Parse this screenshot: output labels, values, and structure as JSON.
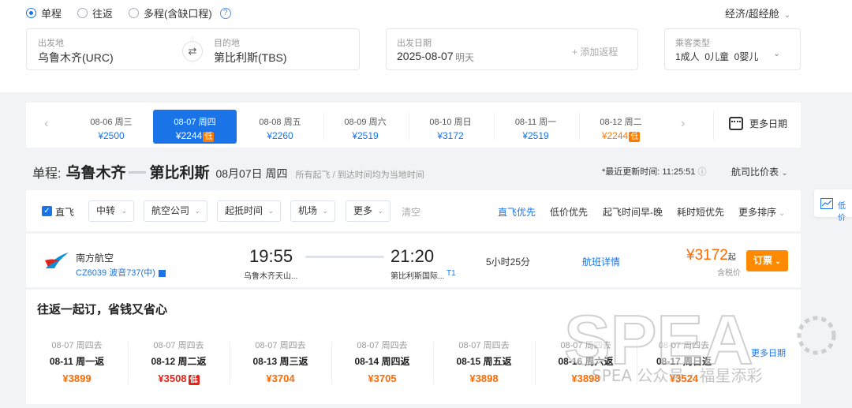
{
  "search": {
    "trip_types": [
      {
        "label": "单程",
        "selected": true
      },
      {
        "label": "往返",
        "selected": false
      },
      {
        "label": "多程(含缺口程)",
        "selected": false
      }
    ],
    "help_icon": "?",
    "cabin": "经济/超经舱",
    "from_label": "出发地",
    "from_value": "乌鲁木齐(URC)",
    "to_label": "目的地",
    "to_value": "第比利斯(TBS)",
    "date_label": "出发日期",
    "date_value": "2025-08-07",
    "date_hint": "明天",
    "add_return": "+ 添加返程",
    "pax_label": "乘客类型",
    "pax_value": "1成人  0儿童  0婴儿"
  },
  "date_bar": {
    "days": [
      {
        "date": "08-06  周三",
        "price": "¥2500",
        "low": "",
        "selected": false,
        "orange": false
      },
      {
        "date": "08-07  周四",
        "price": "¥2244",
        "low": "低",
        "selected": true,
        "orange": false
      },
      {
        "date": "08-08  周五",
        "price": "¥2260",
        "low": "",
        "selected": false,
        "orange": false
      },
      {
        "date": "08-09  周六",
        "price": "¥2519",
        "low": "",
        "selected": false,
        "orange": false
      },
      {
        "date": "08-10  周日",
        "price": "¥3172",
        "low": "",
        "selected": false,
        "orange": false
      },
      {
        "date": "08-11  周一",
        "price": "¥2519",
        "low": "",
        "selected": false,
        "orange": false
      },
      {
        "date": "08-12  周二",
        "price": "¥2244",
        "low": "低",
        "selected": false,
        "orange": true
      }
    ],
    "more_dates": "更多日期"
  },
  "route": {
    "prefix": "单程:",
    "from": "乌鲁木齐",
    "to": "第比利斯",
    "date": "08月07日 周四",
    "note": "所有起飞 / 到达时间均为当地时间",
    "updated": "*最近更新时间: 11:25:51",
    "compare": "航司比价表"
  },
  "filters": {
    "direct": "直飞",
    "dropdowns": [
      "中转",
      "航空公司",
      "起抵时间",
      "机场",
      "更多"
    ],
    "clear": "清空",
    "sorts": [
      "直飞优先",
      "低价优先",
      "起飞时间早-晚",
      "耗时短优先",
      "更多排序"
    ]
  },
  "flight": {
    "airline": "南方航空",
    "flight_no": "CZ6039 波音737(中)",
    "dep_time": "19:55",
    "dep_airport": "乌鲁木齐天山...",
    "arr_time": "21:20",
    "arr_airport": "第比利斯国际...",
    "arr_terminal": "T1",
    "duration": "5小时25分",
    "details": "航班详情",
    "price": "¥3172",
    "price_suffix": "起",
    "tax_note": "含税价",
    "book": "订票"
  },
  "round_trip": {
    "title": "往返一起订，省钱又省心",
    "items": [
      {
        "go": "08-07 周四去",
        "ret": "08-11 周一返",
        "price": "¥3899",
        "low": ""
      },
      {
        "go": "08-07 周四去",
        "ret": "08-12 周二返",
        "price": "¥3508",
        "low": "低"
      },
      {
        "go": "08-07 周四去",
        "ret": "08-13 周三返",
        "price": "¥3704",
        "low": ""
      },
      {
        "go": "08-07 周四去",
        "ret": "08-14 周四返",
        "price": "¥3705",
        "low": ""
      },
      {
        "go": "08-07 周四去",
        "ret": "08-15 周五返",
        "price": "¥3898",
        "low": ""
      },
      {
        "go": "08-07 周四去",
        "ret": "08-16 周六返",
        "price": "¥3898",
        "low": ""
      },
      {
        "go": "08-07 周四去",
        "ret": "08-17 周日返",
        "price": "¥3524",
        "low": ""
      }
    ],
    "more": "更多日期"
  },
  "side_tab": "低价",
  "watermark": "SPEA 公众号 · 福星添彩",
  "colors": {
    "accent": "#1a74e8",
    "price": "#ff6a00",
    "low_red": "#e2231a",
    "book": "#ff8a00"
  }
}
